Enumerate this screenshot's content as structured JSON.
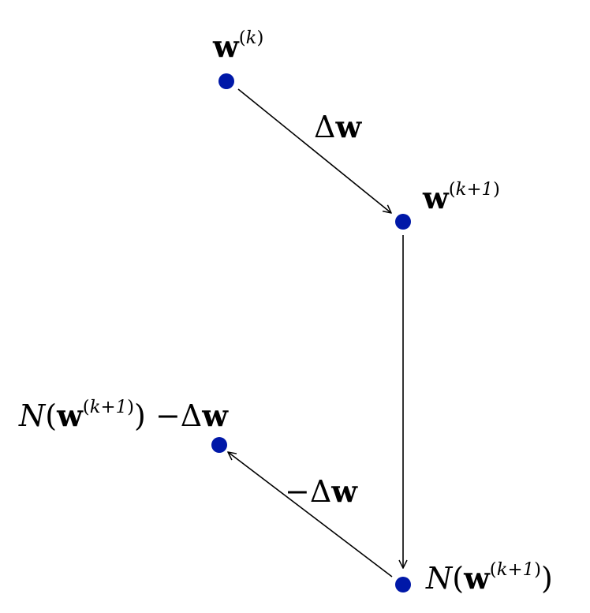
{
  "colors": {
    "node": "#0018a8",
    "edge": "#000000",
    "background": "#ffffff"
  },
  "labels": {
    "w": "w",
    "k": "k",
    "k_plus_1": "k+1",
    "delta": "Δ",
    "minus": "−",
    "N": "N",
    "lparen": "(",
    "rparen": ")"
  }
}
